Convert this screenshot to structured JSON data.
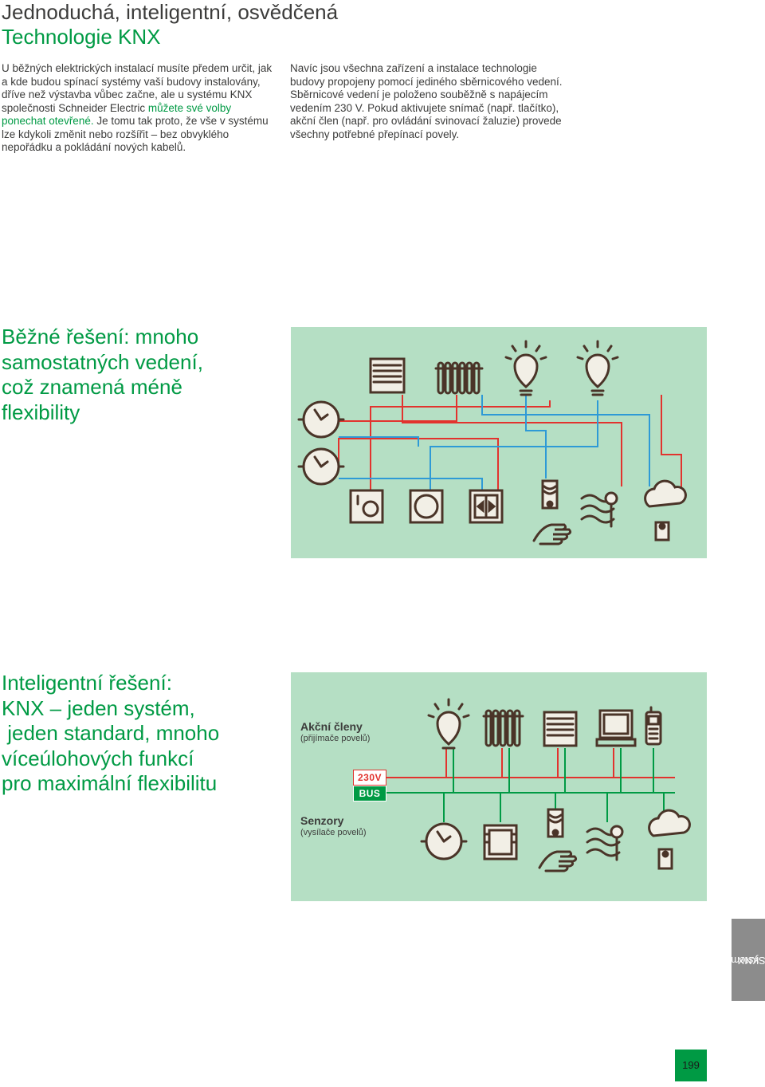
{
  "header": {
    "title_line1": "Jednoduchá, inteligentní, osvědčená",
    "title_line2": "Technologie KNX"
  },
  "intro_left": {
    "part1": "U běžných elektrických instalací musíte předem určit, jak a kde budou spínací systémy vaší budovy instalovány, dříve než výstavba vůbec začne, ale u systému KNX společnosti Schneider Electric ",
    "highlight": "můžete své volby ponechat otevřené.",
    "part2": " Je tomu tak proto, že vše v systému lze kdykoli změnit nebo rozšířit – bez obvyklého nepořádku a pokládání nových kabelů."
  },
  "intro_right": {
    "text": "Navíc jsou všechna zařízení a instalace technologie budovy propojeny pomocí jediného sběrnicového vedení. Sběrnicové vedení je položeno souběžně s napájecím vedením 230 V. Pokud aktivujete snímač (např. tlačítko), akční člen (např. pro ovládání svinovací žaluzie) provede všechny potřebné přepínací povely."
  },
  "section_common": {
    "lines": [
      "Běžné řešení: mnoho",
      "samostatných vedení,",
      "což znamená méně",
      "flexibility"
    ]
  },
  "section_intelligent": {
    "lines": [
      "Inteligentní řešení:",
      "KNX – jeden systém,",
      " jeden standard, mnoho",
      "víceúlohových funkcí",
      "pro maximální flexibilitu"
    ]
  },
  "diagram_knx": {
    "actuators_label": "Akční členy",
    "actuators_sub": "(přijímače povelů)",
    "sensors_label": "Senzory",
    "sensors_sub": "(vysílače povelů)",
    "badge_230": "230V",
    "badge_bus": "BUS"
  },
  "colors": {
    "green": "#009a44",
    "panel": "#b5dfc4",
    "red": "#e2332e",
    "blue": "#2e9ad6",
    "icon": "#4a3428"
  },
  "icons": [
    "shutter-icon",
    "radiator-icon",
    "bulb-icon",
    "clock-icon",
    "thermostat-icon",
    "dimmer-icon",
    "switch-icon",
    "presence-detector-icon",
    "hand-icon",
    "wind-sensor-icon",
    "weather-sensor-icon",
    "monitor-icon",
    "phone-icon",
    "window-icon"
  ],
  "sidetab": {
    "text_line1": "System",
    "text_line2": "KNX"
  },
  "footer": {
    "page_number": "199"
  }
}
